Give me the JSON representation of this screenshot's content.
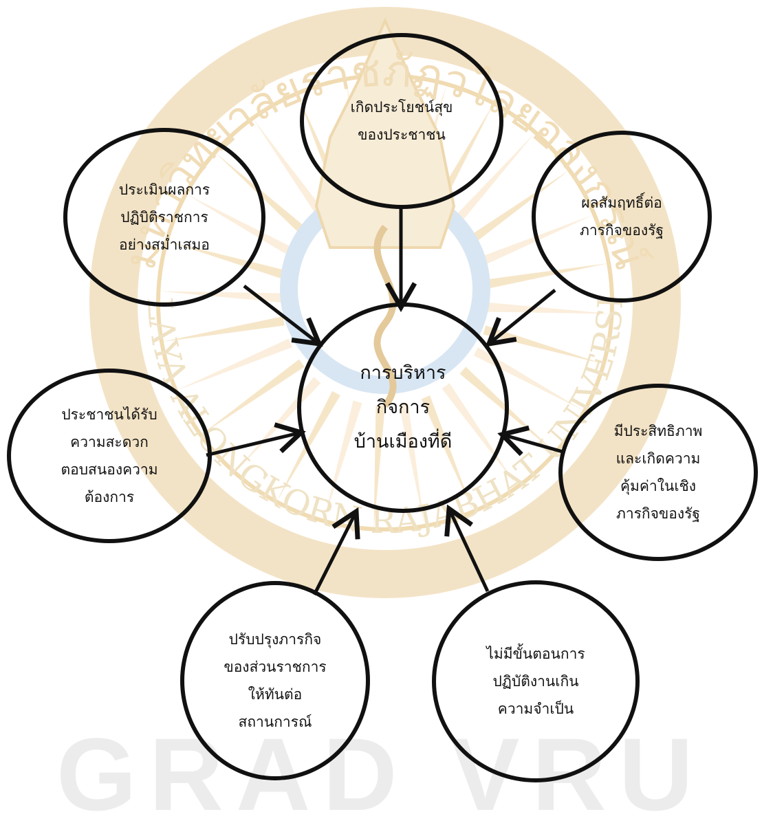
{
  "watermark": {
    "seal_text_top": "มหาวิทยาลัยราชภัฏวไลยอลงกรณ์",
    "seal_text_bottom": "VALAYA ALONGKORN RAJABHAT UNIVERSITY",
    "footer_letters": "GRAD VRU",
    "colors": {
      "gold": "#e9c99a",
      "blue": "#bcd3ea",
      "green": "#c9dcc3"
    }
  },
  "diagram": {
    "center": {
      "label": "การบริหาร\nกิจการ\nบ้านเมืองที่ดี"
    },
    "nodes": [
      {
        "id": "top",
        "label": "เกิดประโยชน์สุข\nของประชาชน"
      },
      {
        "id": "top-right",
        "label": "ผลสัมฤทธิ์ต่อ\nภารกิจของรัฐ"
      },
      {
        "id": "right",
        "label": "มีประสิทธิภาพ\nและเกิดความ\nคุ้มค่าในเชิง\nภารกิจของรัฐ"
      },
      {
        "id": "bottom-right",
        "label": "ไม่มีขั้นตอนการ\nปฏิบัติงานเกิน\nความจำเป็น"
      },
      {
        "id": "bottom-left",
        "label": "ปรับปรุงภารกิจ\nของส่วนราชการ\nให้ทันต่อ\nสถานการณ์"
      },
      {
        "id": "left",
        "label": "ประชาชนได้รับ\nความสะดวก\nตอบสนองความ\nต้องการ"
      },
      {
        "id": "top-left",
        "label": "ประเมินผลการ\nปฏิบิติราชการ\nอย่างสม่ำเสมอ"
      }
    ],
    "stroke_color": "#111111"
  }
}
